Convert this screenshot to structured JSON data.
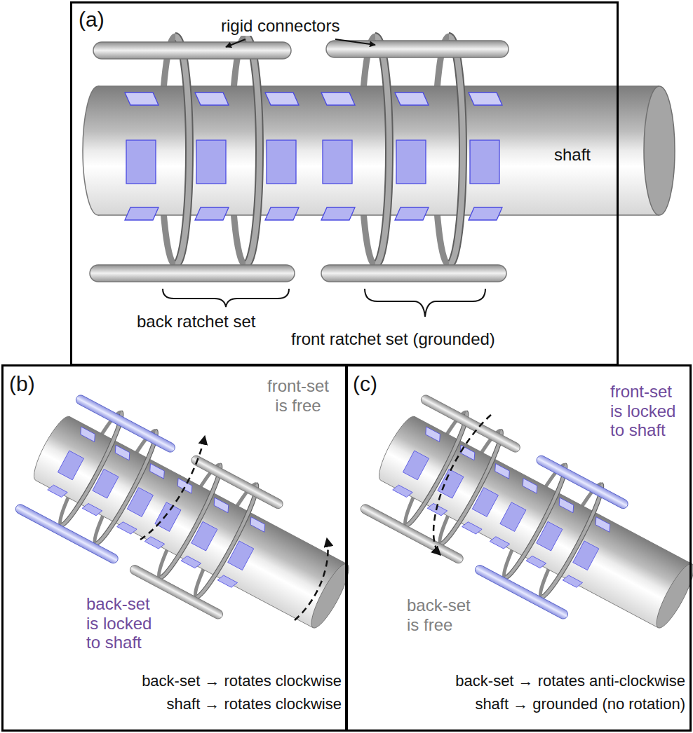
{
  "diagram": {
    "nodes": [
      {
        "text": [
          "(a)",
          "rigid connectors",
          "shaft",
          "back ratchet set",
          "front ratchet set (grounded)"
        ]
      },
      {
        "text": [
          "(b)",
          "front-set is free",
          "back-set is locked to shaft",
          "back-set → rotates clockwise",
          "shaft → rotates clockwise"
        ]
      },
      {
        "text": [
          "(c)",
          "front-set is locked to shaft",
          "back-set is free",
          "back-set → rotates anti-clockwise",
          "shaft → grounded (no rotation)"
        ]
      }
    ]
  }
}
